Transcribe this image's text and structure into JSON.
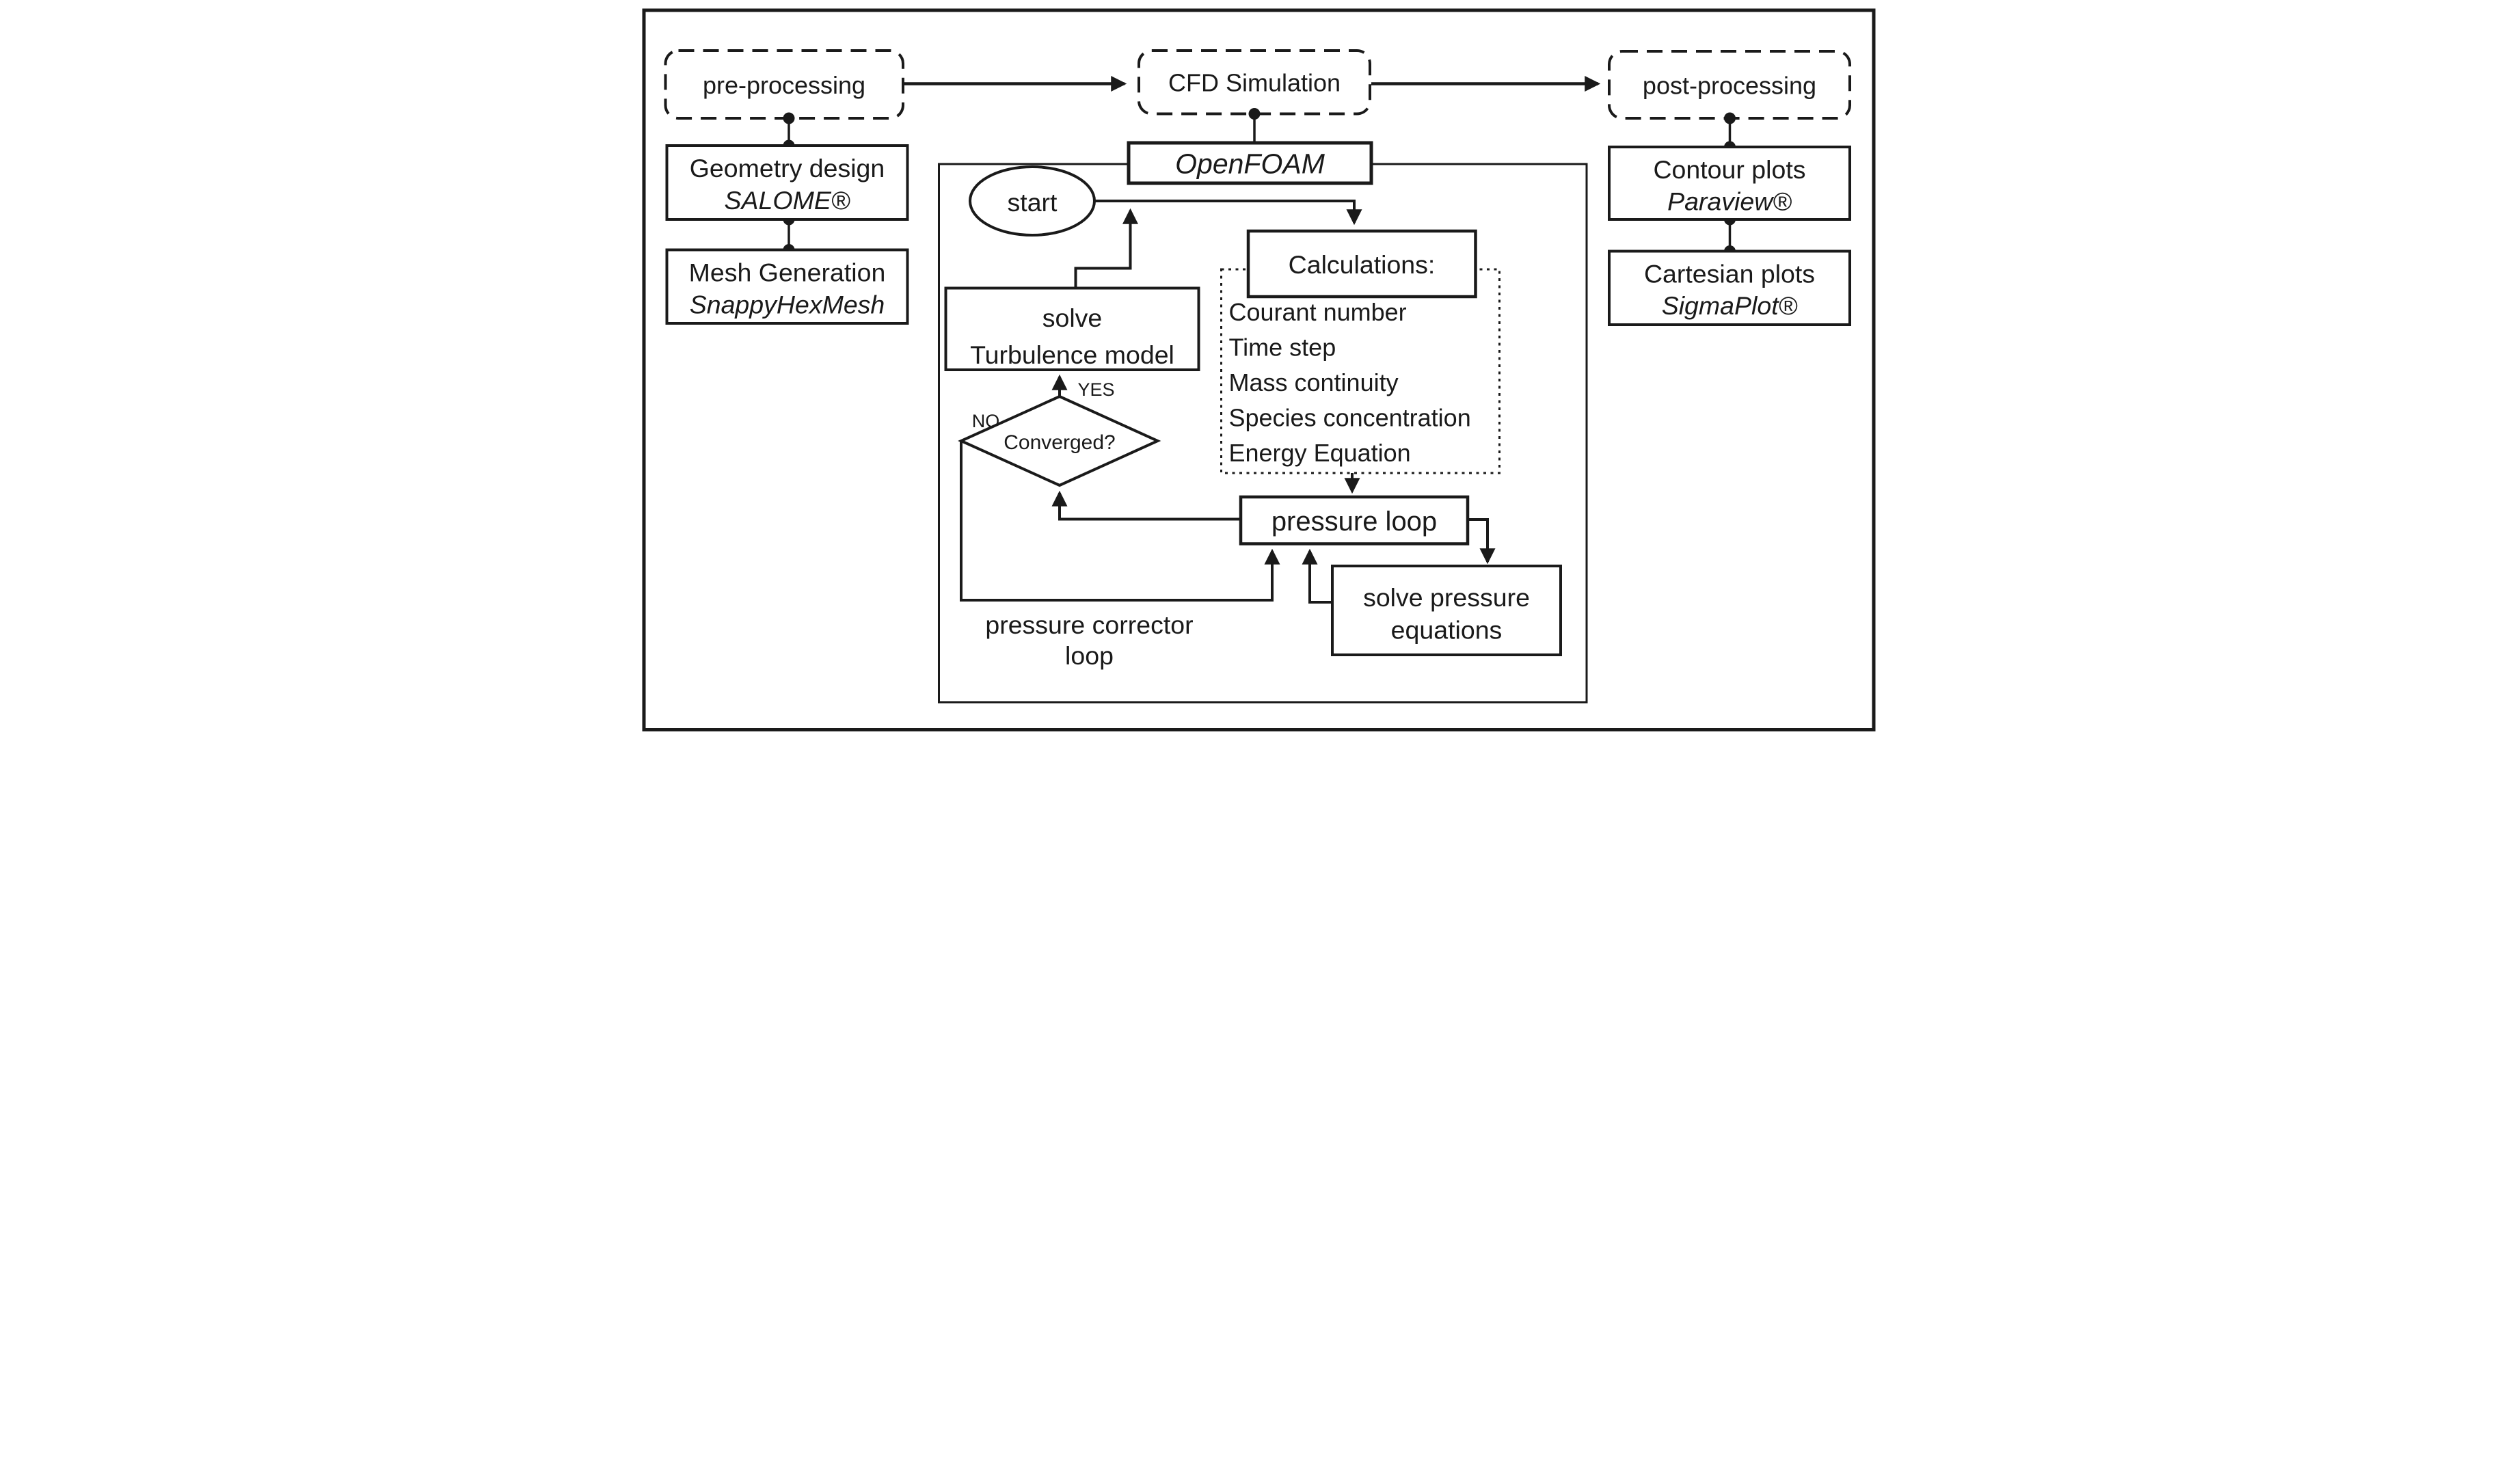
{
  "nodes": {
    "pre_processing": {
      "label": "pre-processing"
    },
    "cfd_simulation": {
      "label": "CFD Simulation"
    },
    "post_processing": {
      "label": "post-processing"
    },
    "geometry": {
      "line1": "Geometry design",
      "line2": "SALOME®"
    },
    "mesh": {
      "line1": "Mesh Generation",
      "line2": "SnappyHexMesh"
    },
    "contour": {
      "line1": "Contour plots",
      "line2": "Paraview®"
    },
    "cartesian": {
      "line1": "Cartesian plots",
      "line2": "SigmaPlot®"
    },
    "openfoam": {
      "label": "OpenFOAM"
    },
    "start": {
      "label": "start"
    },
    "solve_turbulence": {
      "line1": "solve",
      "line2": "Turbulence model"
    },
    "converged": {
      "label": "Converged?"
    },
    "calculations": {
      "label": "Calculations:"
    },
    "calc_items": [
      "Courant number",
      "Time step",
      "Mass continuity",
      "Species concentration",
      "Energy Equation"
    ],
    "pressure_loop": {
      "label": "pressure loop"
    },
    "solve_pressure": {
      "line1": "solve pressure",
      "line2": "equations"
    },
    "pressure_corrector": {
      "line1": "pressure corrector",
      "line2": "loop"
    }
  },
  "edge_labels": {
    "yes": "YES",
    "no": "NO"
  },
  "colors": {
    "ink": "#1a1a1a",
    "background": "#ffffff"
  }
}
